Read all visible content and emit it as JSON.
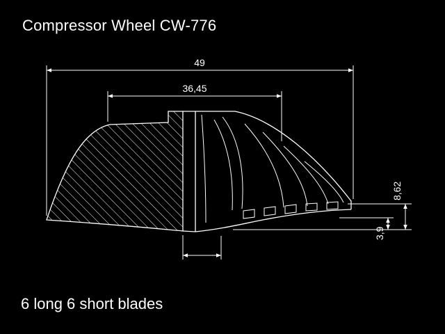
{
  "colors": {
    "background": "#000000",
    "line": "#ffffff",
    "text": "#ffffff"
  },
  "header": {
    "title": "Compressor Wheel CW-776"
  },
  "footer": {
    "caption": "6 long 6 short blades"
  },
  "drawing": {
    "dimensions": {
      "overall_width": {
        "label": "49"
      },
      "inducer_width": {
        "label": "36,45"
      },
      "tip_height": {
        "label": "8,62"
      },
      "blade_exit_height": {
        "label": "3,9"
      }
    }
  }
}
